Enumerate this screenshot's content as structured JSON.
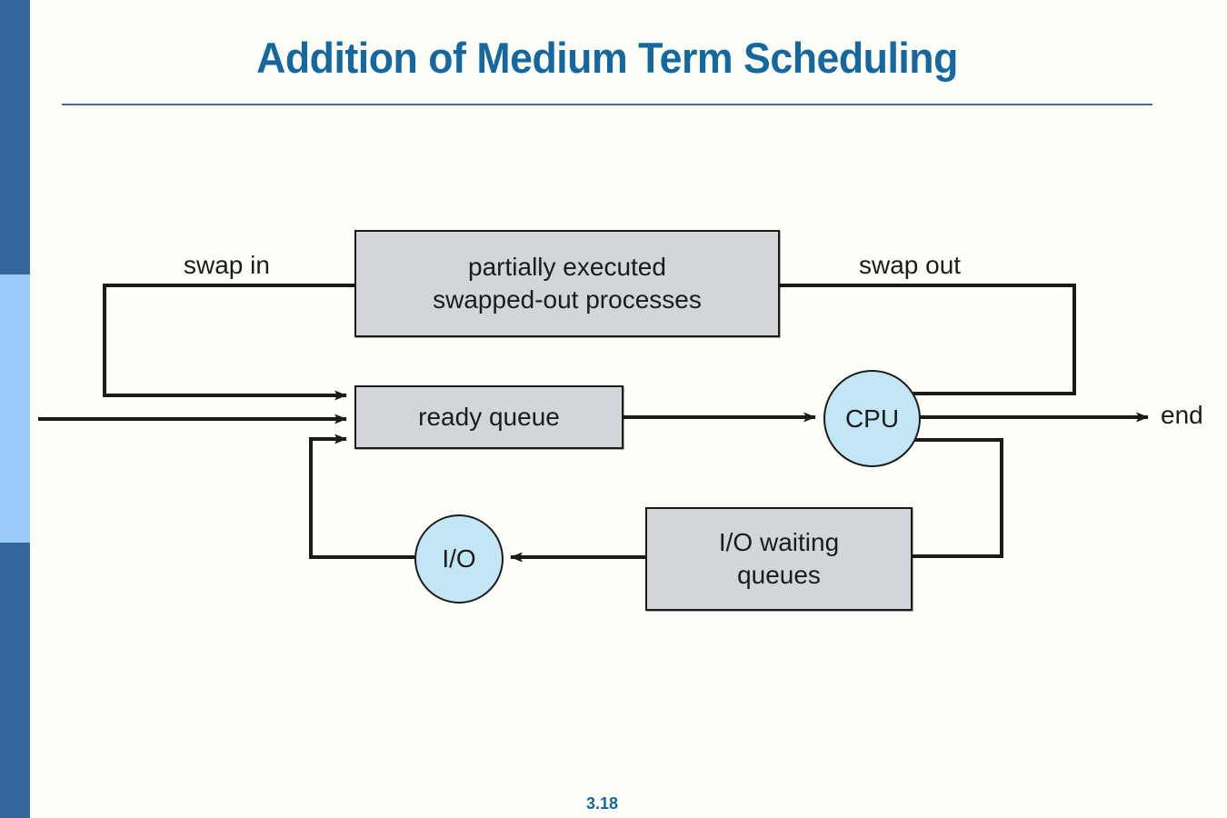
{
  "slide": {
    "title": "Addition of Medium Term Scheduling",
    "page_number": "3.18",
    "title_color": "#14679f",
    "rule_color": "#3f6f95"
  },
  "sidebar": {
    "segments": [
      {
        "name": "top",
        "color": "#33679b"
      },
      {
        "name": "middle",
        "color": "#9bcaf9"
      },
      {
        "name": "bottom",
        "color": "#33679b"
      }
    ]
  },
  "diagram": {
    "type": "flowchart",
    "box_fill": "#d2d5d9",
    "circle_fill": "#c3e6f7",
    "stroke": "#1a1a1a",
    "nodes": [
      {
        "id": "swapped",
        "shape": "rect",
        "label": "partially executed\nswapped-out processes",
        "line1": "partially executed",
        "line2": "swapped-out processes"
      },
      {
        "id": "ready",
        "shape": "rect",
        "label": "ready queue"
      },
      {
        "id": "iowait",
        "shape": "rect",
        "label": "I/O waiting\nqueues",
        "line1": "I/O waiting",
        "line2": "queues"
      },
      {
        "id": "cpu",
        "shape": "circle",
        "label": "CPU"
      },
      {
        "id": "io",
        "shape": "circle",
        "label": "I/O"
      }
    ],
    "edge_labels": {
      "swap_in": "swap in",
      "swap_out": "swap out",
      "end": "end"
    },
    "edges": [
      {
        "from": "swapped",
        "to": "ready",
        "label": "swap in"
      },
      {
        "from": "cpu",
        "to": "swapped",
        "label": "swap out"
      },
      {
        "from": "external",
        "to": "ready",
        "label": ""
      },
      {
        "from": "ready",
        "to": "cpu",
        "label": ""
      },
      {
        "from": "cpu",
        "to": "end",
        "label": "end"
      },
      {
        "from": "cpu",
        "to": "iowait",
        "label": ""
      },
      {
        "from": "iowait",
        "to": "io",
        "label": ""
      },
      {
        "from": "io",
        "to": "ready",
        "label": ""
      }
    ]
  }
}
